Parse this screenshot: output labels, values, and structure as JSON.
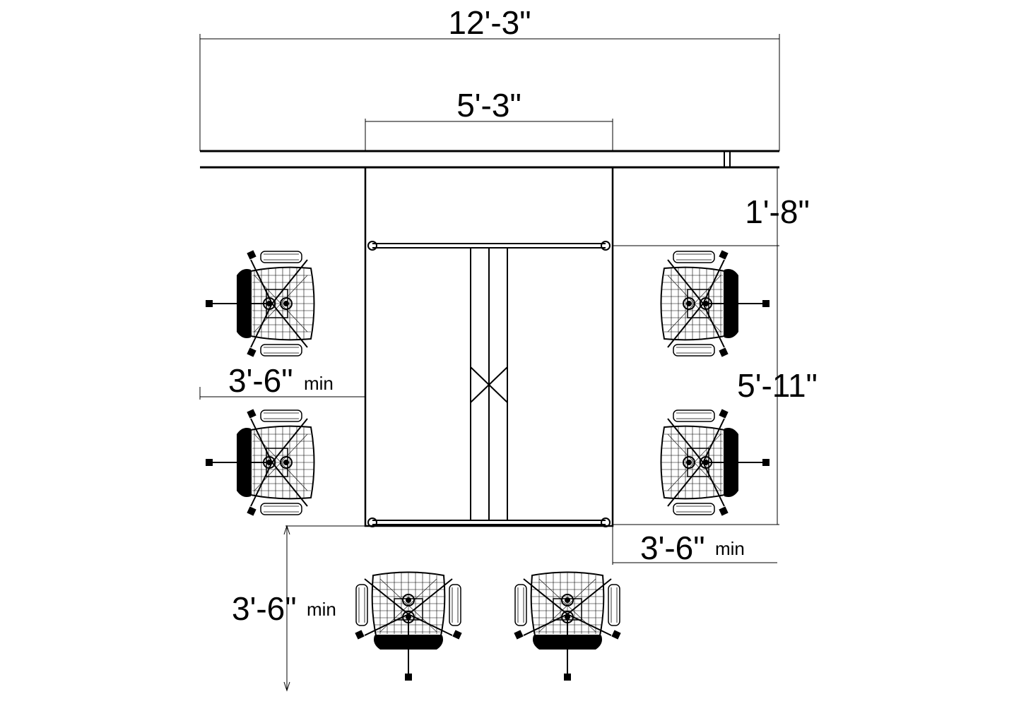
{
  "dimensions": {
    "overall_width": "12'-3\"",
    "table_width": "5'-3\"",
    "wall_clearance": "1'-8\"",
    "table_length": "5'-11\"",
    "left_clearance": "3'-6\"",
    "right_clearance": "3'-6\"",
    "bottom_clearance": "3'-6\"",
    "min_label": "min"
  },
  "seating": {
    "left_chairs": 2,
    "right_chairs": 2,
    "bottom_chairs": 2
  }
}
